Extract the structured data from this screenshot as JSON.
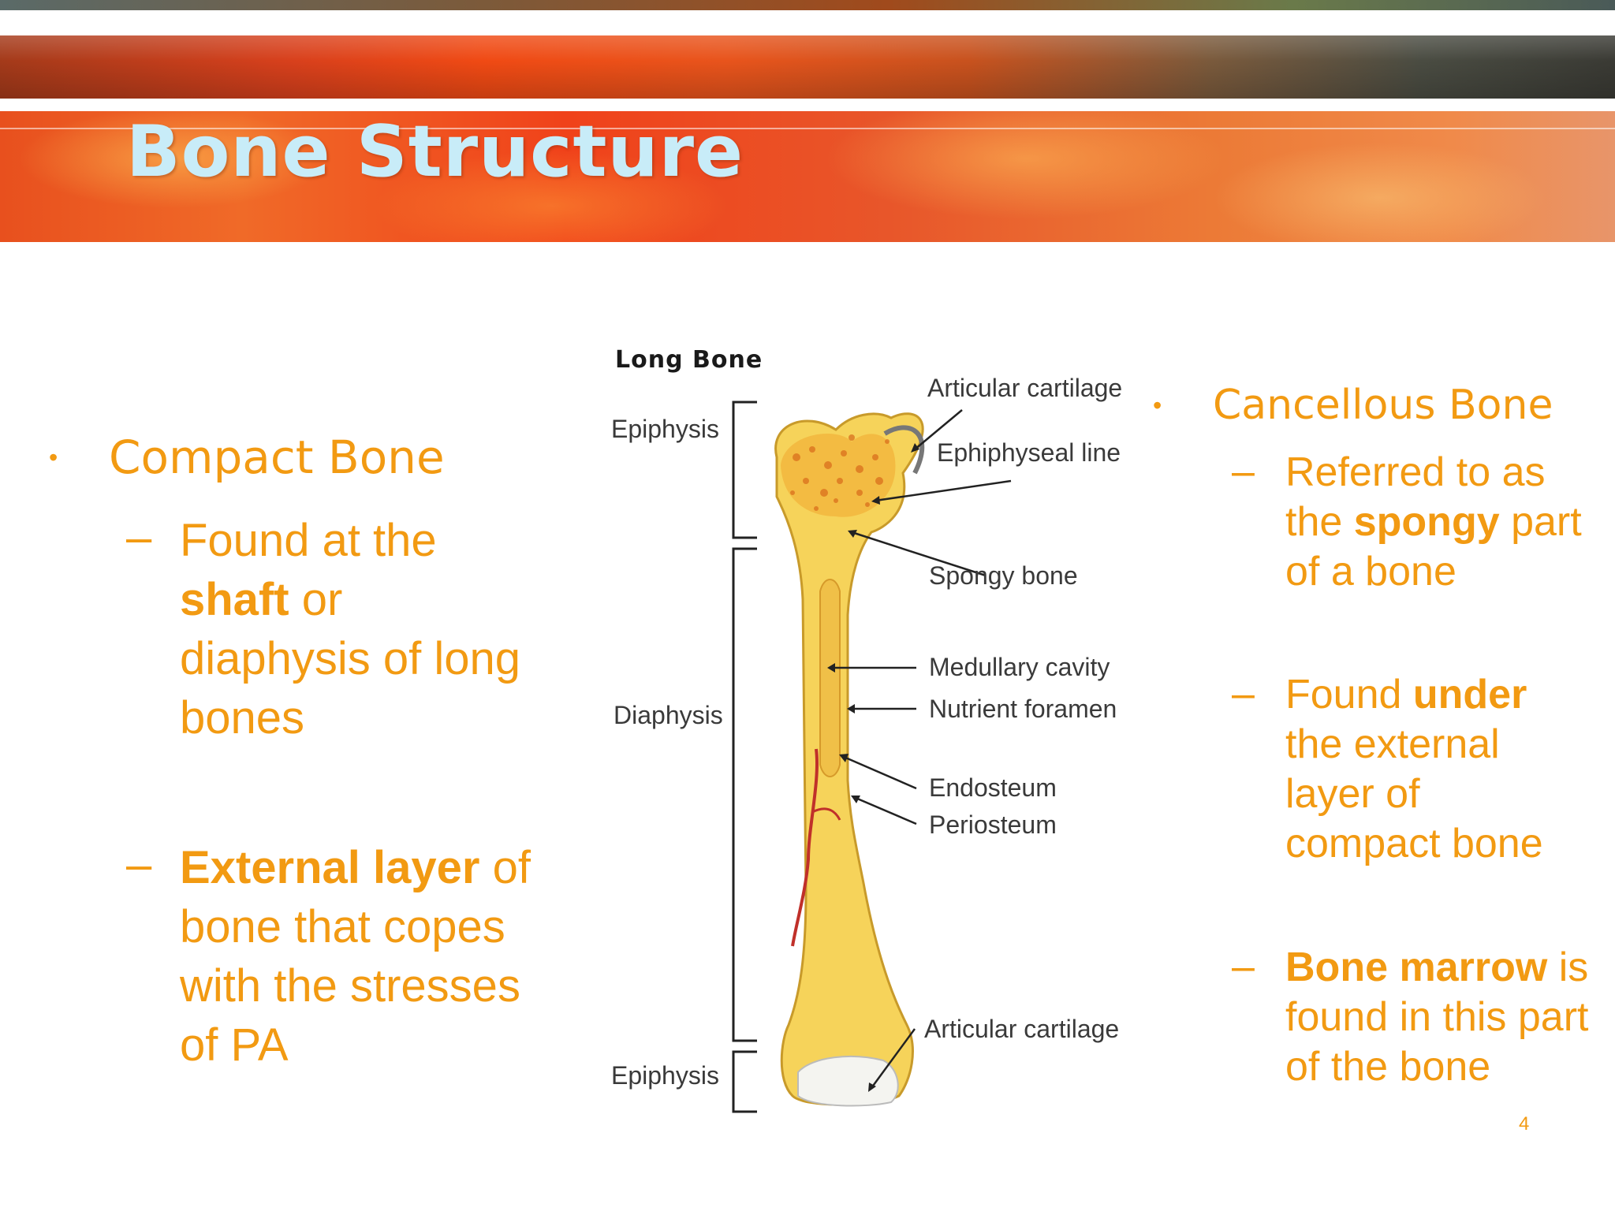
{
  "slide": {
    "title": "Bone Structure",
    "page_number": "4"
  },
  "left": {
    "bullet": "Compact Bone",
    "points": [
      {
        "bold": "",
        "text_before": "Found at the ",
        "bold_mid": "shaft",
        "text_after": " or diaphysis of long bones"
      },
      {
        "bold": "External layer",
        "text_after": " of bone that copes with the stresses of PA"
      }
    ]
  },
  "right": {
    "bullet": "Cancellous Bone",
    "points": [
      {
        "text_before": "Referred to as the ",
        "bold_mid": "spongy",
        "text_after": " part of a bone"
      },
      {
        "text_before": "Found ",
        "bold_mid": "under",
        "text_after": " the external layer of compact bone"
      },
      {
        "bold": "Bone marrow",
        "text_after": " is found in this part of the bone"
      }
    ]
  },
  "figure": {
    "title": "Long Bone",
    "labels": {
      "epiphysis_top": "Epiphysis",
      "diaphysis": "Diaphysis",
      "epiphysis_bottom": "Epiphysis",
      "articular_cartilage_top": "Articular cartilage",
      "epiphyseal_line": "Ephiphyseal line",
      "spongy_bone": "Spongy bone",
      "medullary_cavity": "Medullary cavity",
      "nutrient_foramen": "Nutrient foramen",
      "endosteum": "Endosteum",
      "periosteum": "Periosteum",
      "articular_cartilage_bottom": "Articular cartilage"
    }
  },
  "colors": {
    "text_accent": "#f29a12",
    "title": "#c8ecf8",
    "bone_fill": "#f6d35a",
    "vessel": "#c0302a"
  }
}
